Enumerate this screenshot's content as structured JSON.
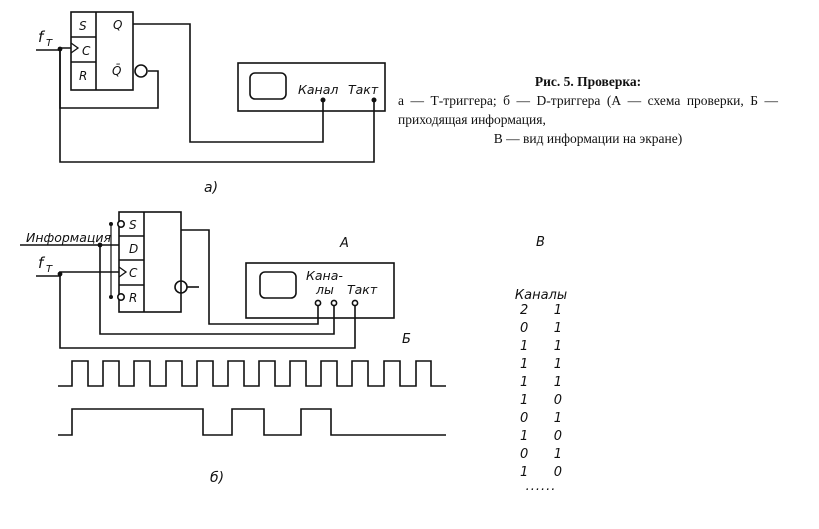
{
  "caption": {
    "title": "Рис. 5. Проверка:",
    "body": "а — Т-триггера; б — D-триггера (А — схема проверки, Б — приходящая информация,",
    "last": "В — вид информации на экране)"
  },
  "diagram_a": {
    "clock_label": "f",
    "clock_sub": "T",
    "pins": [
      "S",
      "C",
      "R"
    ],
    "outputs": [
      "Q",
      "Q̄"
    ],
    "scope_channel": "Канал",
    "scope_clock": "Такт",
    "label": "а)"
  },
  "diagram_b": {
    "info_label": "Информация",
    "clock_label": "f",
    "clock_sub": "T",
    "pins": [
      "S",
      "D",
      "C",
      "R"
    ],
    "scope_title": "А",
    "scope_channels_1": "Кана-",
    "scope_channels_2": "лы",
    "scope_clock": "Такт",
    "waveform_label": "Б",
    "label": "б)"
  },
  "table_b": {
    "title": "В",
    "header": "Каналы",
    "rows": [
      [
        "2",
        "1"
      ],
      [
        "0",
        "1"
      ],
      [
        "1",
        "1"
      ],
      [
        "1",
        "1"
      ],
      [
        "1",
        "1"
      ],
      [
        "1",
        "0"
      ],
      [
        "0",
        "1"
      ],
      [
        "1",
        "0"
      ],
      [
        "0",
        "1"
      ],
      [
        "1",
        "0"
      ]
    ],
    "ellipsis": "......"
  }
}
